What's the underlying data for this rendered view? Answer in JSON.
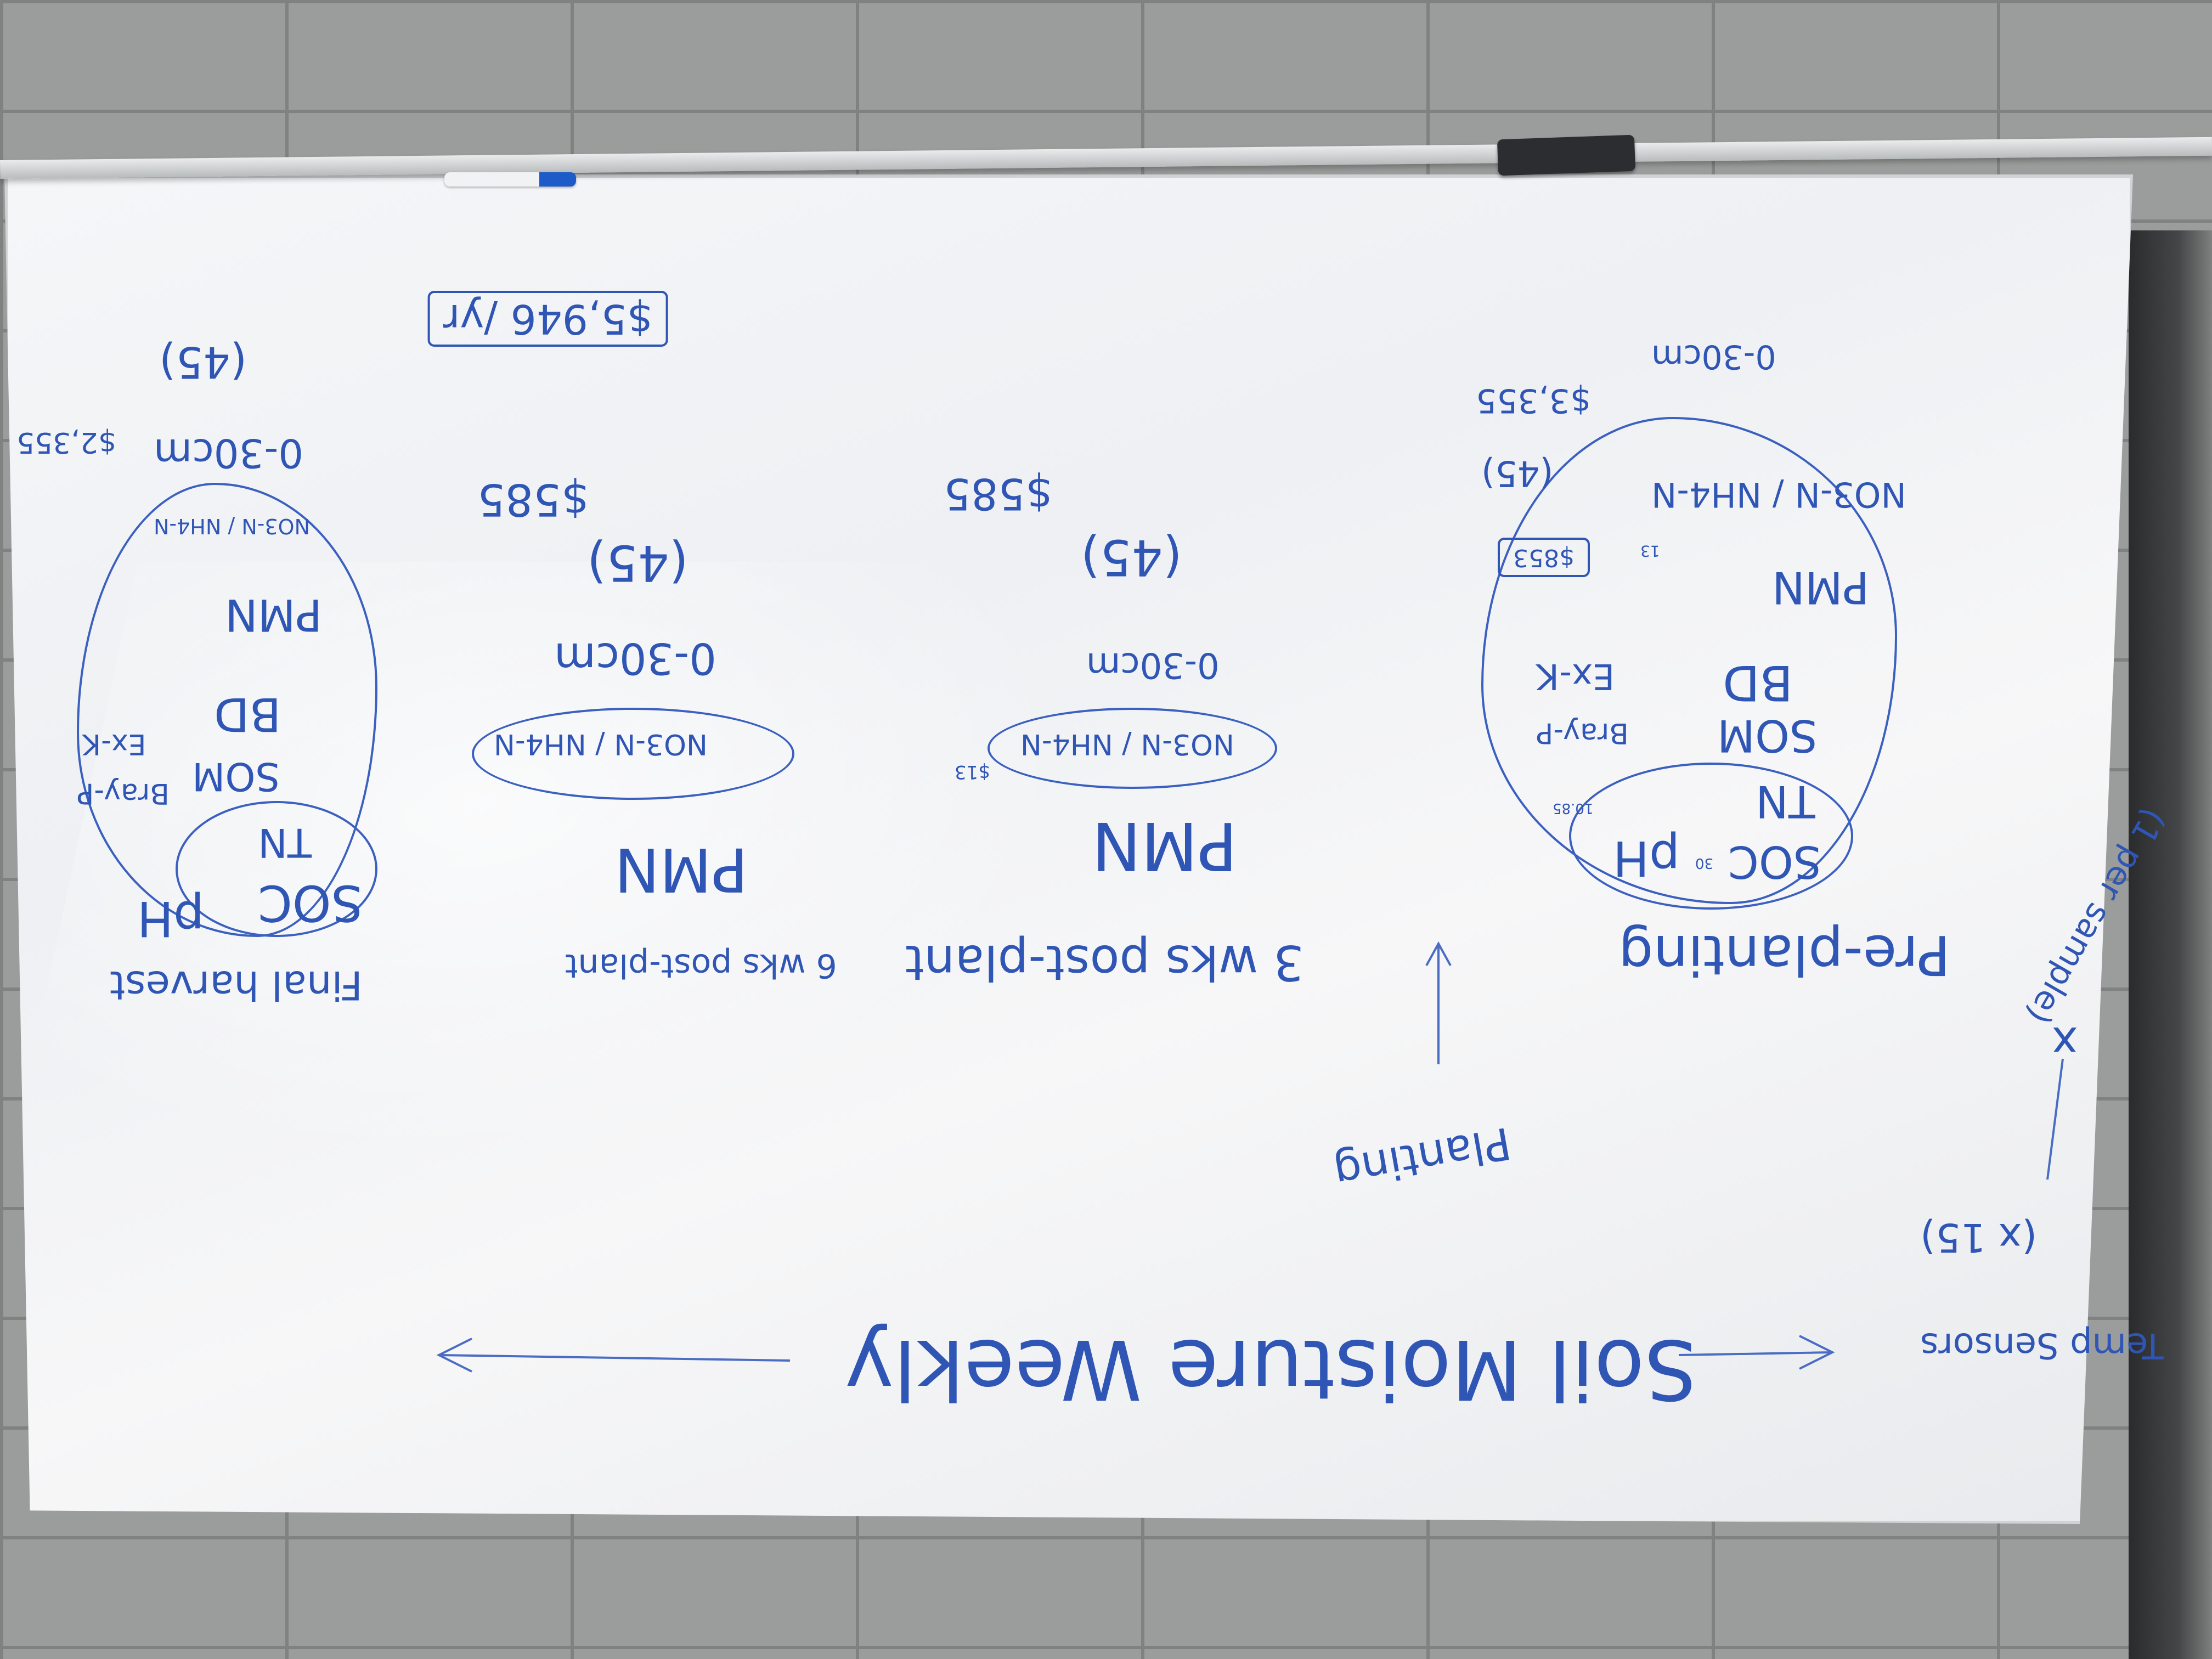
{
  "whiteboard": {
    "bottom_title": "Soil Moisture Weekly",
    "temp_sensors": "Temp Sensors",
    "sensor_count": "(x 15)",
    "planting": "Planting",
    "one_per_sample": "(1 per sample)",
    "sample_x": "x",
    "columns": [
      {
        "heading": "Pre-planting",
        "analytes": [
          "SOC",
          "pH",
          "TN",
          "SOM",
          "Bray-P",
          "BD",
          "Ex-K",
          "PMN"
        ],
        "extraction": "NO3-N / NH4-N",
        "depth": "0-30cm",
        "price_a": "$853",
        "reps": "(45)",
        "price_total": "$3,355",
        "small_notes": [
          "30",
          "10.85",
          "13"
        ]
      },
      {
        "heading": "3 wks post-plant",
        "analyte": "PMN",
        "extraction": "NO3-N / NH4-N",
        "small_note": "$13",
        "depth": "0-30cm",
        "reps": "(45)",
        "price_total": "$585"
      },
      {
        "heading": "6 wks post-plant",
        "analyte": "PMN",
        "extraction": "NO3-N / NH4-N",
        "depth": "0-30cm",
        "reps": "(45)",
        "price_total": "$585"
      },
      {
        "heading": "Final harvest",
        "analytes": [
          "SOC",
          "pH",
          "TN",
          "SOM",
          "Bray-P",
          "BD",
          "Ex-K",
          "PMN"
        ],
        "extraction": "NO3-N / NH4-N",
        "depth": "0-30cm",
        "reps": "(45)",
        "price_total": "$2,355"
      }
    ],
    "grand_total": "$5,946 /yr"
  }
}
